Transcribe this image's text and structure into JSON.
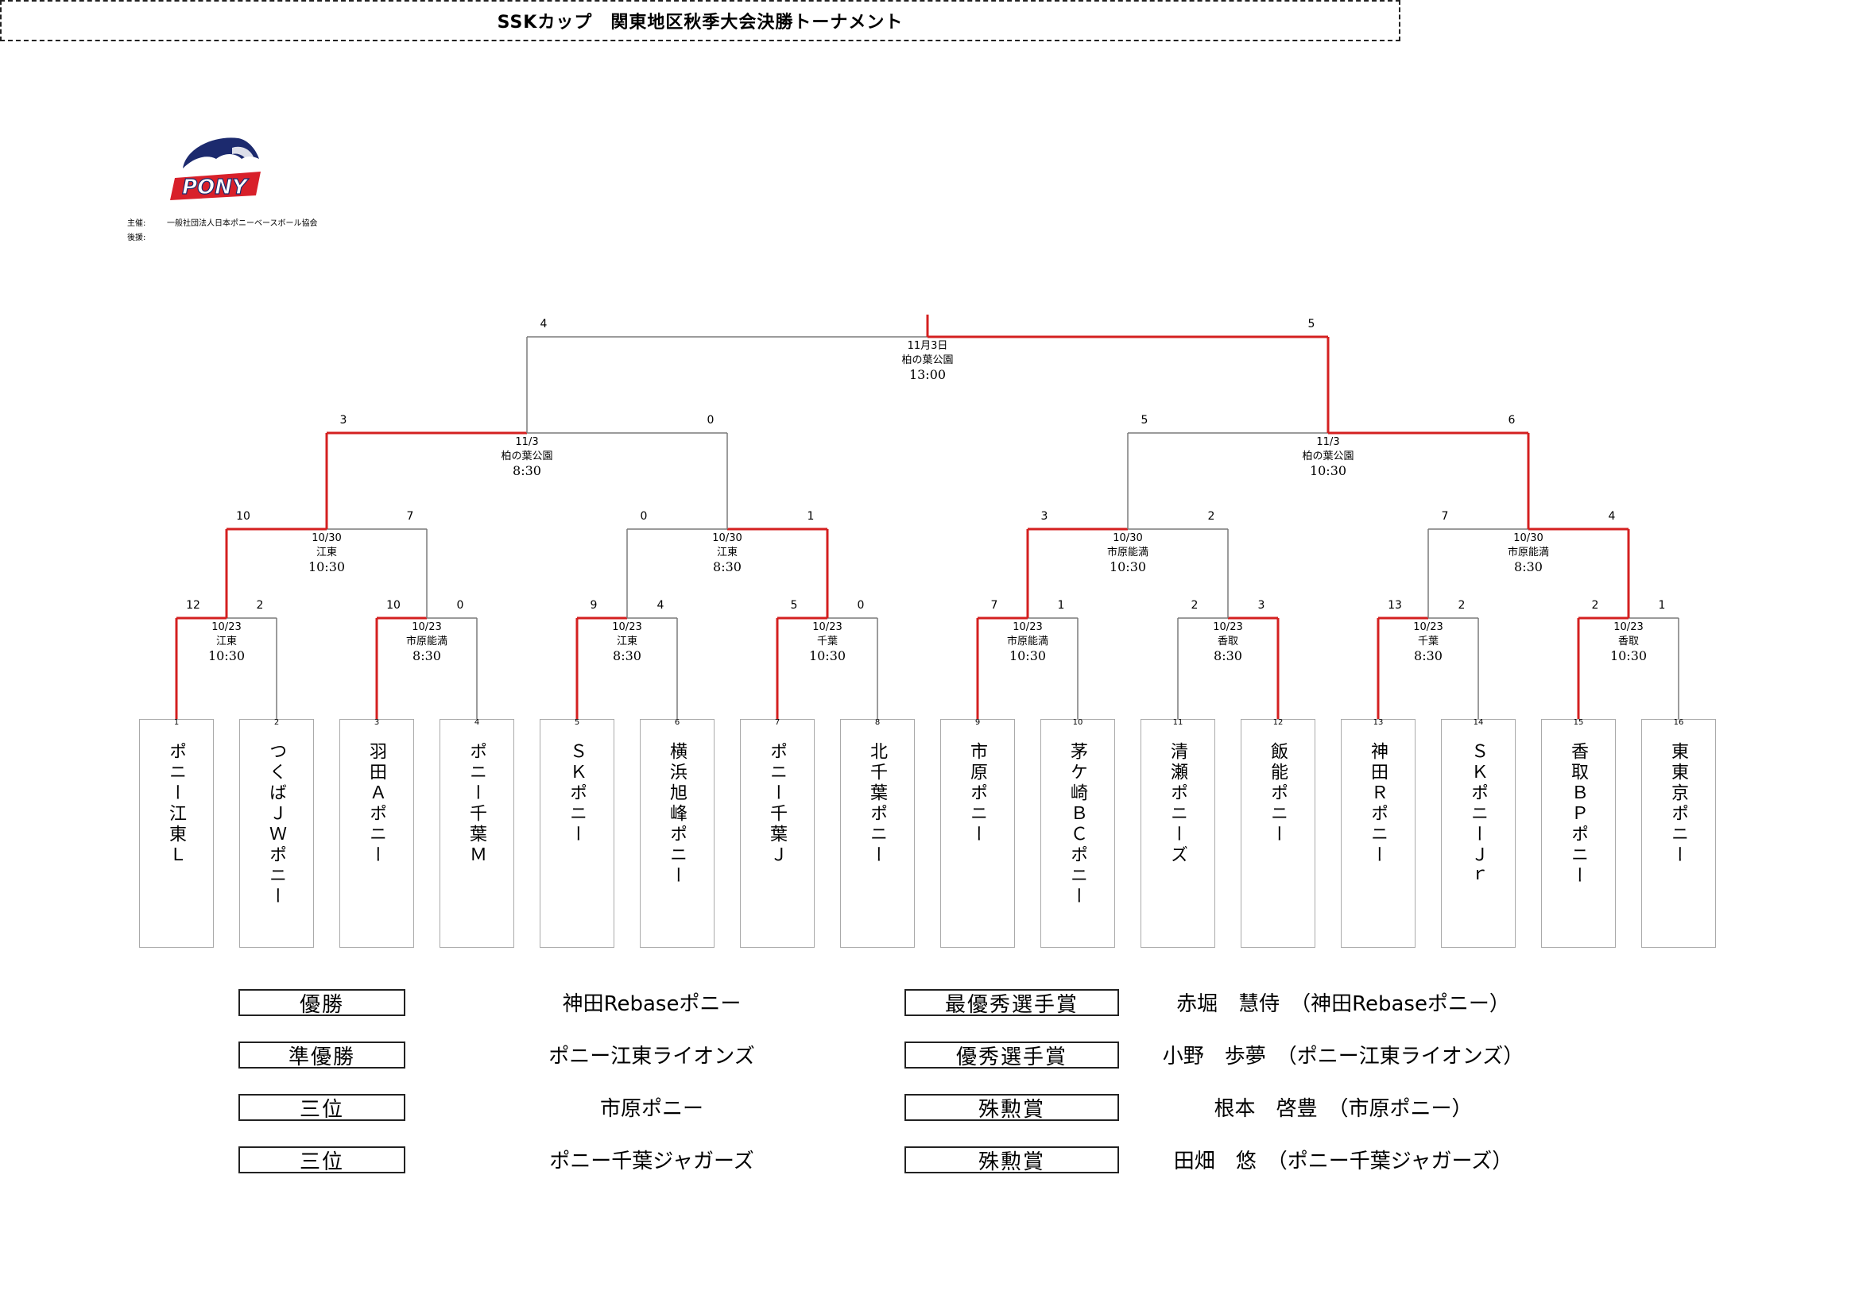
{
  "header": {
    "logo_text": "PONY",
    "title": "SSKカップ　関東地区秋季大会決勝トーナメント",
    "sponsor_label": "主催:",
    "sponsor_value": "一般社団法人日本ポニーベースボール協会",
    "support_label": "後援:",
    "support_value": ""
  },
  "teams": [
    {
      "seed": "1",
      "name": "ポニー江東Ｌ"
    },
    {
      "seed": "2",
      "name": "つくばＪＷポニー"
    },
    {
      "seed": "3",
      "name": "羽田Ａポニー"
    },
    {
      "seed": "4",
      "name": "ポニー千葉Ｍ"
    },
    {
      "seed": "5",
      "name": "ＳＫポニー"
    },
    {
      "seed": "6",
      "name": "横浜旭峰ポニー"
    },
    {
      "seed": "7",
      "name": "ポニー千葉Ｊ"
    },
    {
      "seed": "8",
      "name": "北千葉ポニー"
    },
    {
      "seed": "9",
      "name": "市原ポニー"
    },
    {
      "seed": "10",
      "name": "茅ケ崎ＢＣポニー"
    },
    {
      "seed": "11",
      "name": "清瀬ポニーズ"
    },
    {
      "seed": "12",
      "name": "飯能ポニー"
    },
    {
      "seed": "13",
      "name": "神田Ｒポニー"
    },
    {
      "seed": "14",
      "name": "ＳＫポニーＪｒ"
    },
    {
      "seed": "15",
      "name": "香取ＢＰポニー"
    },
    {
      "seed": "16",
      "name": "東東京ポニー"
    }
  ],
  "rounds": {
    "round1": [
      {
        "date": "10/23",
        "venue": "江東",
        "time": "10:30",
        "score_left": "12",
        "score_right": "2",
        "winner": "left"
      },
      {
        "date": "10/23",
        "venue": "市原能満",
        "time": "8:30",
        "score_left": "10",
        "score_right": "0",
        "winner": "left"
      },
      {
        "date": "10/23",
        "venue": "江東",
        "time": "8:30",
        "score_left": "9",
        "score_right": "4",
        "winner": "left"
      },
      {
        "date": "10/23",
        "venue": "千葉",
        "time": "10:30",
        "score_left": "5",
        "score_right": "0",
        "winner": "left"
      },
      {
        "date": "10/23",
        "venue": "市原能満",
        "time": "10:30",
        "score_left": "7",
        "score_right": "1",
        "winner": "left"
      },
      {
        "date": "10/23",
        "venue": "香取",
        "time": "8:30",
        "score_left": "2",
        "score_right": "3",
        "winner": "right"
      },
      {
        "date": "10/23",
        "venue": "千葉",
        "time": "8:30",
        "score_left": "13",
        "score_right": "2",
        "winner": "left"
      },
      {
        "date": "10/23",
        "venue": "香取",
        "time": "10:30",
        "score_left": "2",
        "score_right": "1",
        "winner": "left"
      }
    ],
    "round2": [
      {
        "date": "10/30",
        "venue": "江東",
        "time": "10:30",
        "score_left": "10",
        "score_right": "7",
        "winner": "left"
      },
      {
        "date": "10/30",
        "venue": "江東",
        "time": "8:30",
        "score_left": "0",
        "score_right": "1",
        "winner": "right"
      },
      {
        "date": "10/30",
        "venue": "市原能満",
        "time": "10:30",
        "score_left": "3",
        "score_right": "2",
        "winner": "left"
      },
      {
        "date": "10/30",
        "venue": "市原能満",
        "time": "8:30",
        "score_left": "7",
        "score_right": "4",
        "winner": "right"
      }
    ],
    "semifinal": [
      {
        "date": "11/3",
        "venue": "柏の葉公園",
        "time": "8:30",
        "score_left": "3",
        "score_right": "0",
        "winner": "left"
      },
      {
        "date": "11/3",
        "venue": "柏の葉公園",
        "time": "10:30",
        "score_left": "5",
        "score_right": "6",
        "winner": "right"
      }
    ],
    "final": [
      {
        "date": "11月3日",
        "venue": "柏の葉公園",
        "time": "13:00",
        "score_left": "4",
        "score_right": "5",
        "winner": "right"
      }
    ]
  },
  "awards": {
    "left": [
      {
        "label": "優勝",
        "value": "神田Rebaseポニー"
      },
      {
        "label": "準優勝",
        "value": "ポニー江東ライオンズ"
      },
      {
        "label": "三位",
        "value": "市原ポニー"
      },
      {
        "label": "三位",
        "value": "ポニー千葉ジャガーズ"
      }
    ],
    "right": [
      {
        "label": "最優秀選手賞",
        "value": "赤堀　慧侍　（神田Rebaseポニー）"
      },
      {
        "label": "優秀選手賞",
        "value": "小野　歩夢　（ポニー江東ライオンズ）"
      },
      {
        "label": "殊勲賞",
        "value": "根本　啓豊　（市原ポニー）"
      },
      {
        "label": "殊勲賞",
        "value": "田畑　悠　（ポニー千葉ジャガーズ）"
      }
    ]
  },
  "colors": {
    "winner_line": "#d42020",
    "loser_line": "#7a7a7a",
    "logo_red": "#d8202a",
    "logo_navy": "#1c2a6e"
  }
}
